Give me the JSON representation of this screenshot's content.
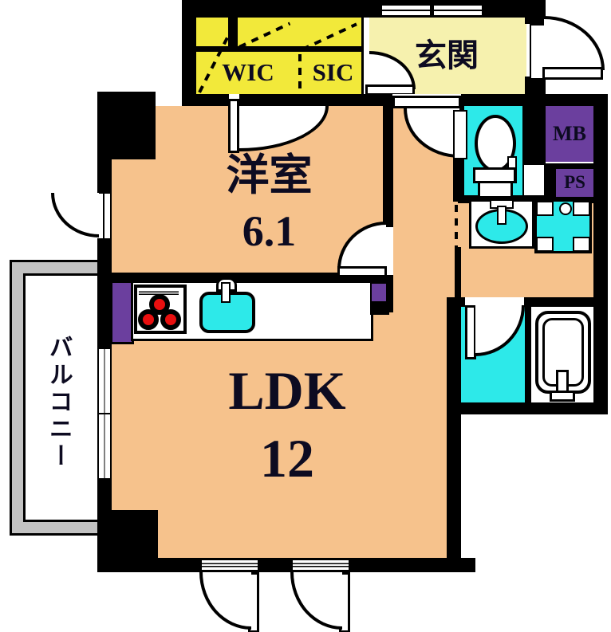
{
  "rooms": {
    "wic": {
      "label": "WIC"
    },
    "sic": {
      "label": "SIC"
    },
    "genkan": {
      "label": "玄関"
    },
    "bedroom": {
      "label": "洋室",
      "size": "6.1"
    },
    "ldk": {
      "label": "LDK",
      "size": "12"
    },
    "balcony": {
      "label": "バルコニー"
    },
    "mb": {
      "label": "MB"
    },
    "ps": {
      "label": "PS"
    }
  },
  "fixtures": {
    "toilet": "toilet-icon",
    "washbasin": "washbasin-icon",
    "washing_machine_pan": "washing-machine-pan-icon",
    "bathtub": "bathtub-icon",
    "stove": "stove-icon",
    "kitchen_sink": "kitchen-sink-icon"
  },
  "colors": {
    "wall": "#000000",
    "peach": "#f6c28c",
    "yellow": "#f2e93a",
    "cream": "#f6f1ae",
    "cyan": "#2de9e9",
    "purple": "#6b3f9e",
    "gray": "#c2c2c2",
    "red": "#e90f0f",
    "label": "#0d0b21"
  }
}
